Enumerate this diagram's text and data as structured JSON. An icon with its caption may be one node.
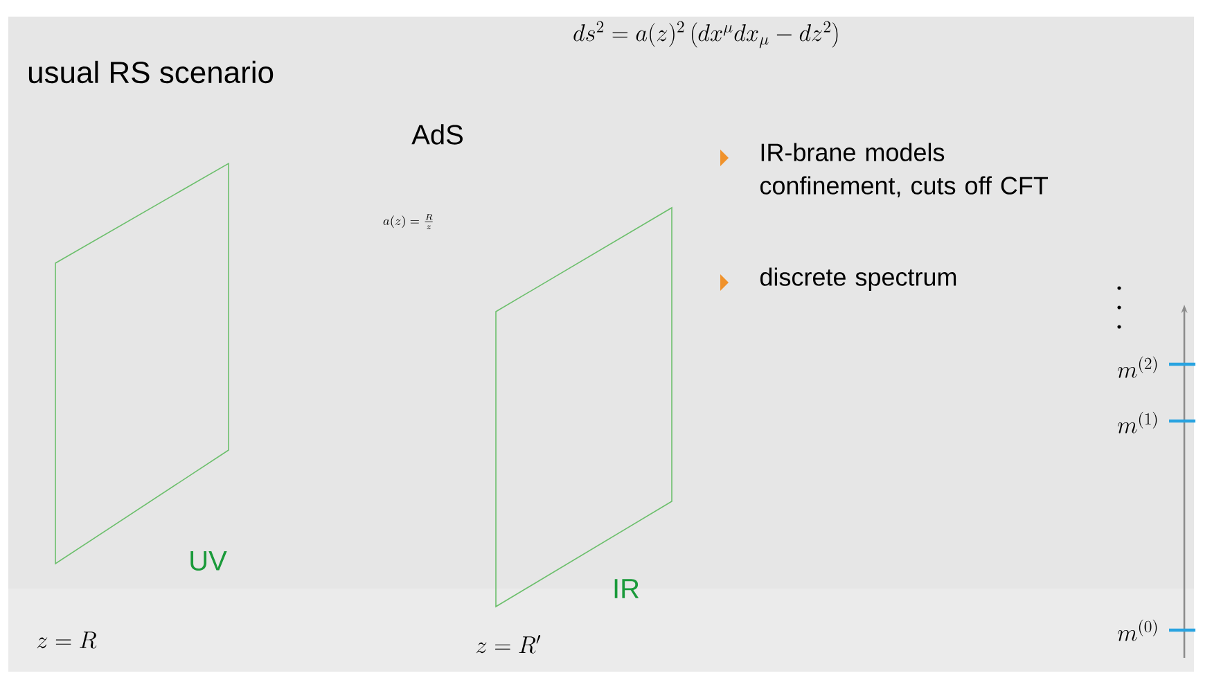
{
  "diagram": {
    "title": "usual RS scenario",
    "nodes": [
      {
        "text": [],
        "shape": "parallelogram",
        "beside": [
          "UV"
        ]
      },
      {
        "text": [],
        "shape": "parallelogram",
        "beside": [
          "IR"
        ]
      }
    ],
    "labels": [
      "ds^2 = a(z)^2 \\left(dx^\\mu dx_\\mu - dz^2\\right)",
      "AdS",
      "a(z) = \\frac{R}{z}",
      "IR-brane models confinement, cuts off CFT",
      "discrete spectrum",
      "m^{(2)}",
      "m^{(1)}",
      "m^{(0)}",
      "z = R",
      "z = R'"
    ]
  }
}
